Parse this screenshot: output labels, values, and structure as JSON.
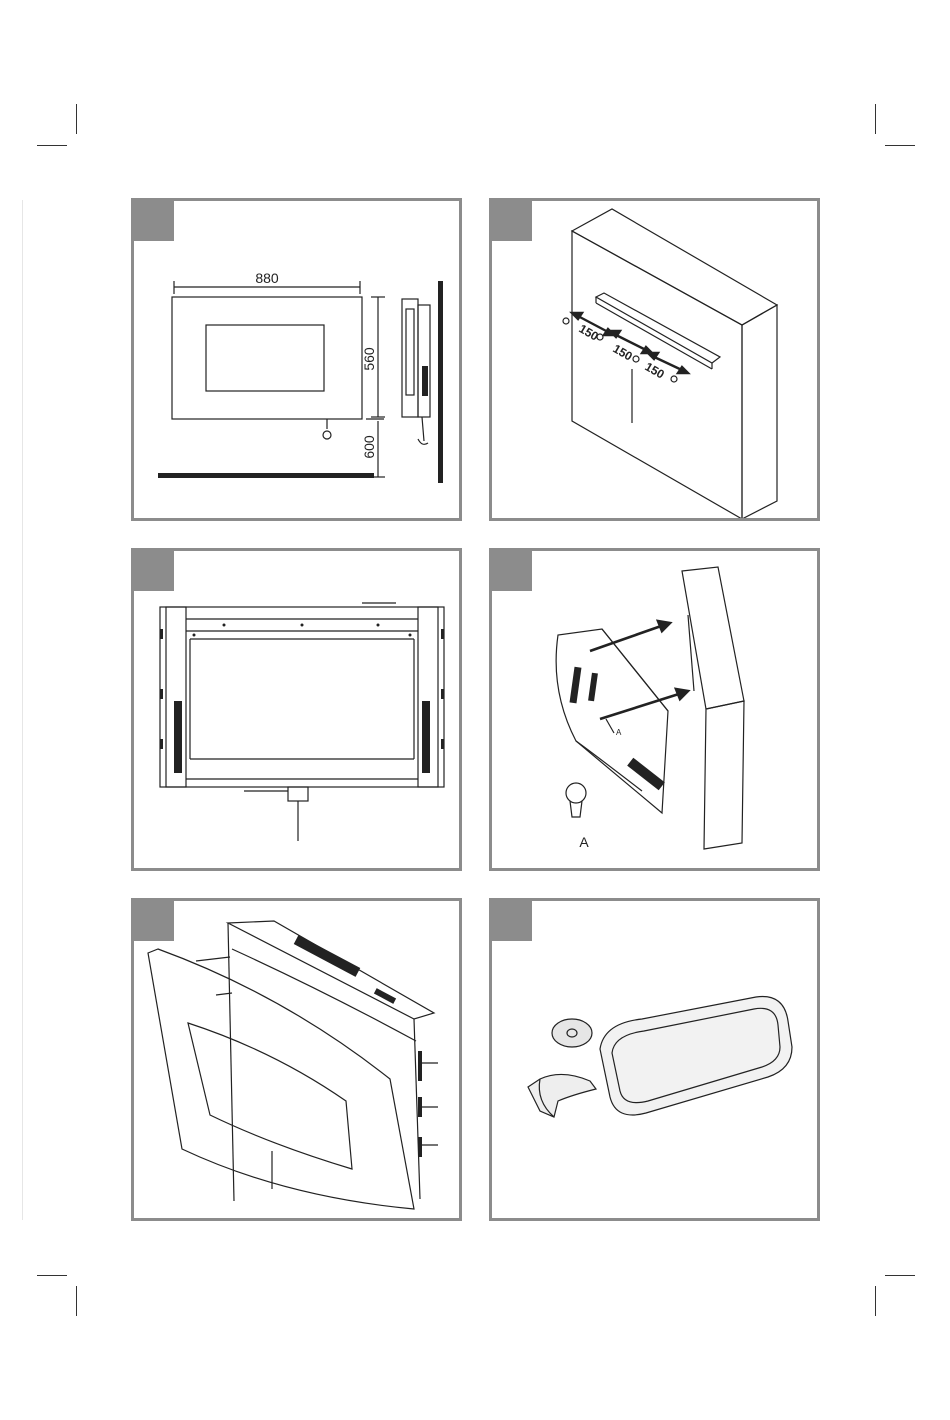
{
  "figures": {
    "fig1": {
      "width_label": "880",
      "height_label": "560",
      "floor_gap_label": "600"
    },
    "fig2": {
      "spacing_1": "150",
      "spacing_2": "150",
      "spacing_3": "150"
    },
    "fig4": {
      "detail_label": "A",
      "arrow_label": "A"
    }
  },
  "colors": {
    "panel_border": "#8c8c8c",
    "line": "#222222"
  }
}
